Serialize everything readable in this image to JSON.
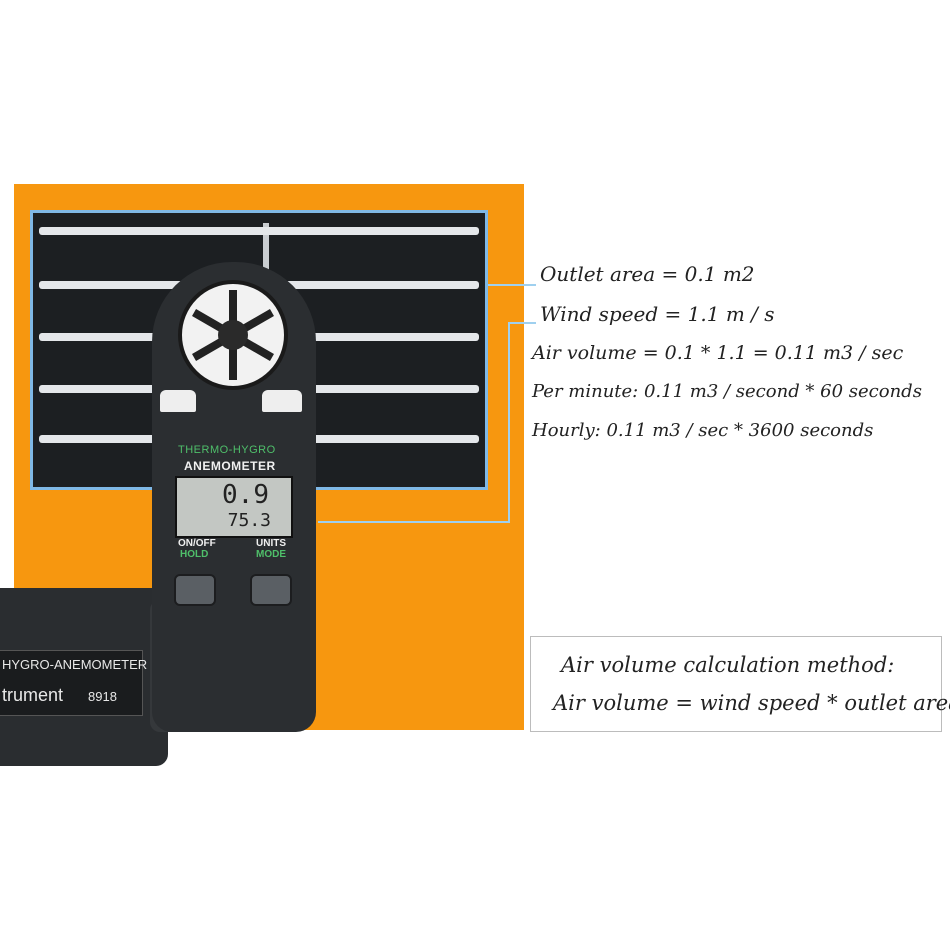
{
  "notes": {
    "outlet_area": "Outlet area = 0.1 m2",
    "wind_speed": "Wind speed = 1.1 m / s",
    "air_volume": "Air volume = 0.1 * 1.1 = 0.11 m3 / sec",
    "per_minute": "Per minute: 0.11 m3 / second * 60 seconds",
    "hourly": "Hourly: 0.11 m3 / sec * 3600 seconds"
  },
  "method": {
    "title": "Air volume calculation method:",
    "formula": "Air volume = wind speed * outlet area"
  },
  "device": {
    "brand_line1": "THERMO-HYGRO",
    "brand_line2": "ANEMOMETER",
    "lcd_top": "0.9",
    "lcd_bottom": "75.3",
    "btn_left": "ON/OFF",
    "btn_left_sub": "HOLD",
    "btn_right": "UNITS",
    "btn_right_sub": "MODE",
    "case_line1": "HYGRO-ANEMOMETER",
    "case_line2": "trument",
    "case_model": "8918"
  },
  "colors": {
    "background_panel": "#f7970f",
    "callout_line": "#9fd0ef",
    "accent_green": "#4fbf6a"
  }
}
